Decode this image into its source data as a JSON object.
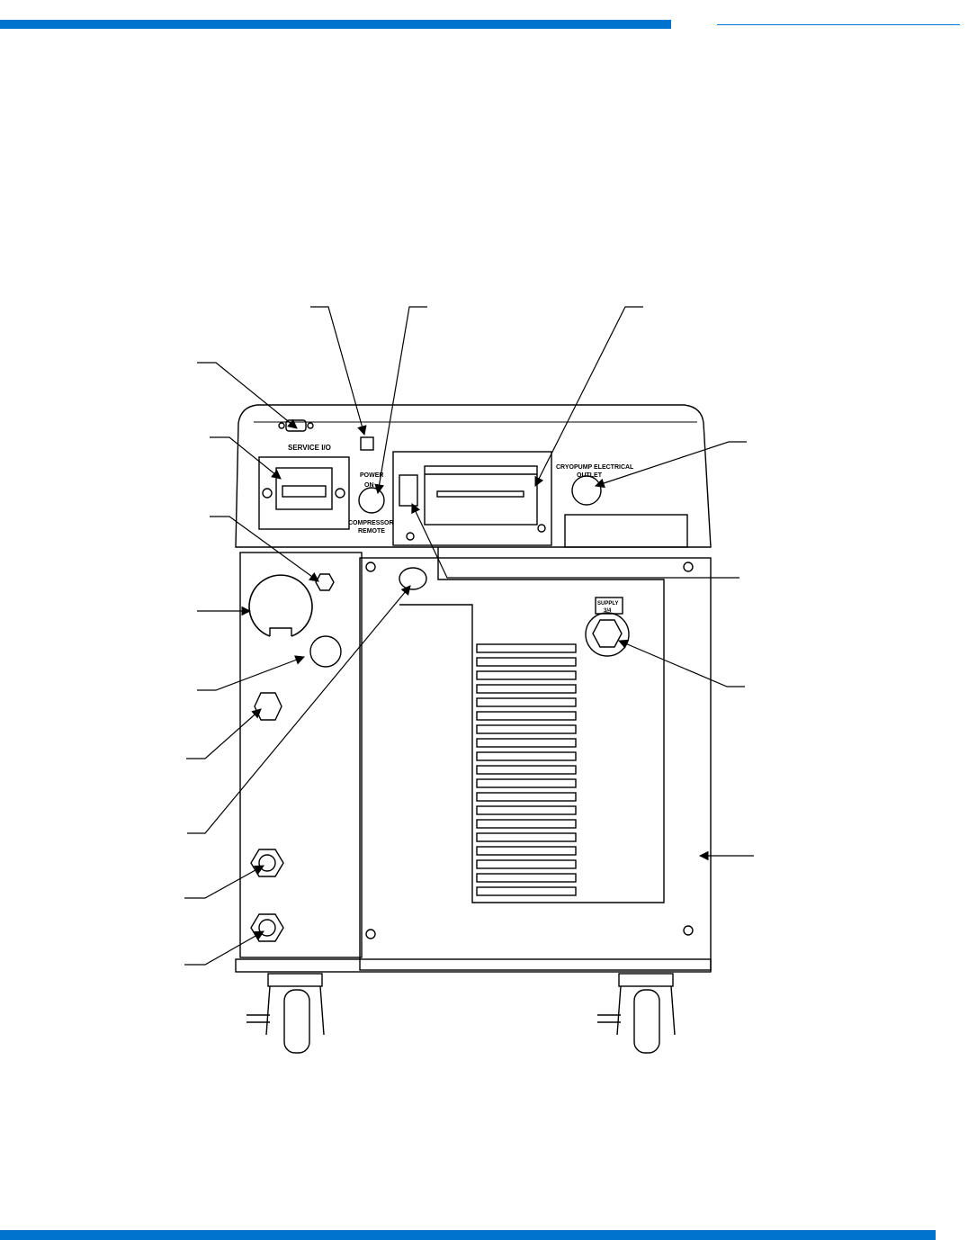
{
  "colors": {
    "accent": "#0073cf",
    "line": "#000000",
    "background": "#ffffff"
  },
  "labels": {
    "service_io": "SERVICE I/O",
    "power": "POWER",
    "on": "ON",
    "compressor": "COMPRESSOR",
    "remote": "REMOTE",
    "cryopump_outlet_line1": "CRYOPUMP ELECTRICAL",
    "cryopump_outlet_line2": "OUTLET",
    "supply_tag_line1": "SUPPLY",
    "supply_tag_line2": "3/4"
  }
}
